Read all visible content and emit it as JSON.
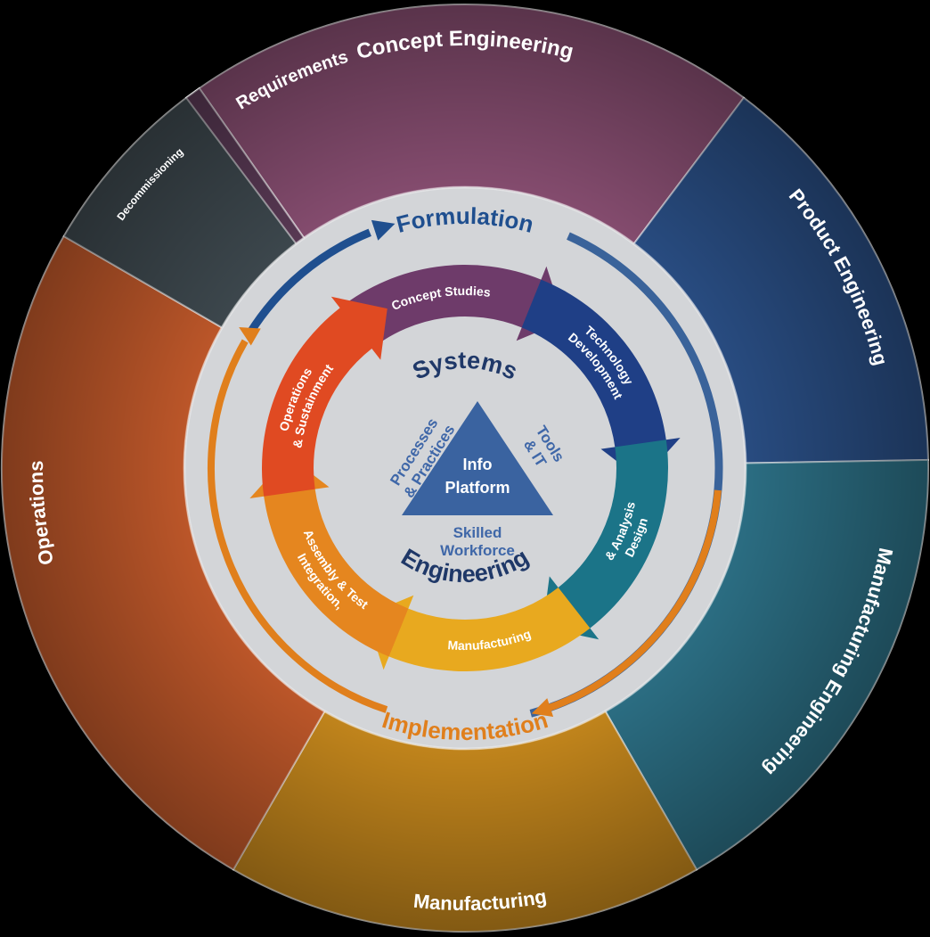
{
  "outer_ring": {
    "segments": [
      {
        "id": "concept-engineering",
        "label": "Concept Engineering",
        "color": "#8a4f73"
      },
      {
        "id": "product-engineering",
        "label": "Product Engineering",
        "color": "#2a4f86"
      },
      {
        "id": "manufacturing-engineering",
        "label": "Manufacturing Engineering",
        "color": "#2d7288"
      },
      {
        "id": "manufacturing",
        "label": "Manufacturing",
        "color": "#c98a1d"
      },
      {
        "id": "operations",
        "label": "Operations",
        "color": "#c45a2b"
      },
      {
        "id": "decommissioning",
        "label": "Decommissioning",
        "color": "#3f4a50"
      },
      {
        "id": "requirements",
        "label": "Requirements",
        "color": "#5c3b57"
      }
    ]
  },
  "flow": {
    "formulation": "Formulation",
    "implementation": "Implementation"
  },
  "cycle": {
    "stages": [
      {
        "id": "concept-studies",
        "lines": [
          "Concept Studies"
        ],
        "color": "#6e3b6a"
      },
      {
        "id": "technology-development",
        "lines": [
          "Technology",
          "Development"
        ],
        "color": "#1f3f86"
      },
      {
        "id": "design-analysis",
        "lines": [
          "Design",
          "& Analysis"
        ],
        "color": "#1b7488"
      },
      {
        "id": "manufacturing",
        "lines": [
          "Manufacturing"
        ],
        "color": "#e8a91f"
      },
      {
        "id": "integration-assembly-test",
        "lines": [
          "Integration,",
          "Assembly & Test"
        ],
        "color": "#e5861f"
      },
      {
        "id": "operations-sustainment",
        "lines": [
          "Operations",
          "& Sustainment"
        ],
        "color": "#e04a22"
      }
    ]
  },
  "center": {
    "top_word": "Systems",
    "bottom_word": "Engineering",
    "left_pillar": [
      "Processes",
      "& Practices"
    ],
    "right_pillar": [
      "Tools",
      "& IT"
    ],
    "triangle": [
      "Info",
      "Platform"
    ],
    "bottom_pillar": [
      "Skilled",
      "Workforce"
    ]
  },
  "colors": {
    "formulation_arrow": "#1f4f8f",
    "implementation_arrow": "#e07f1c",
    "inner_disk": "#d3d5d8"
  }
}
